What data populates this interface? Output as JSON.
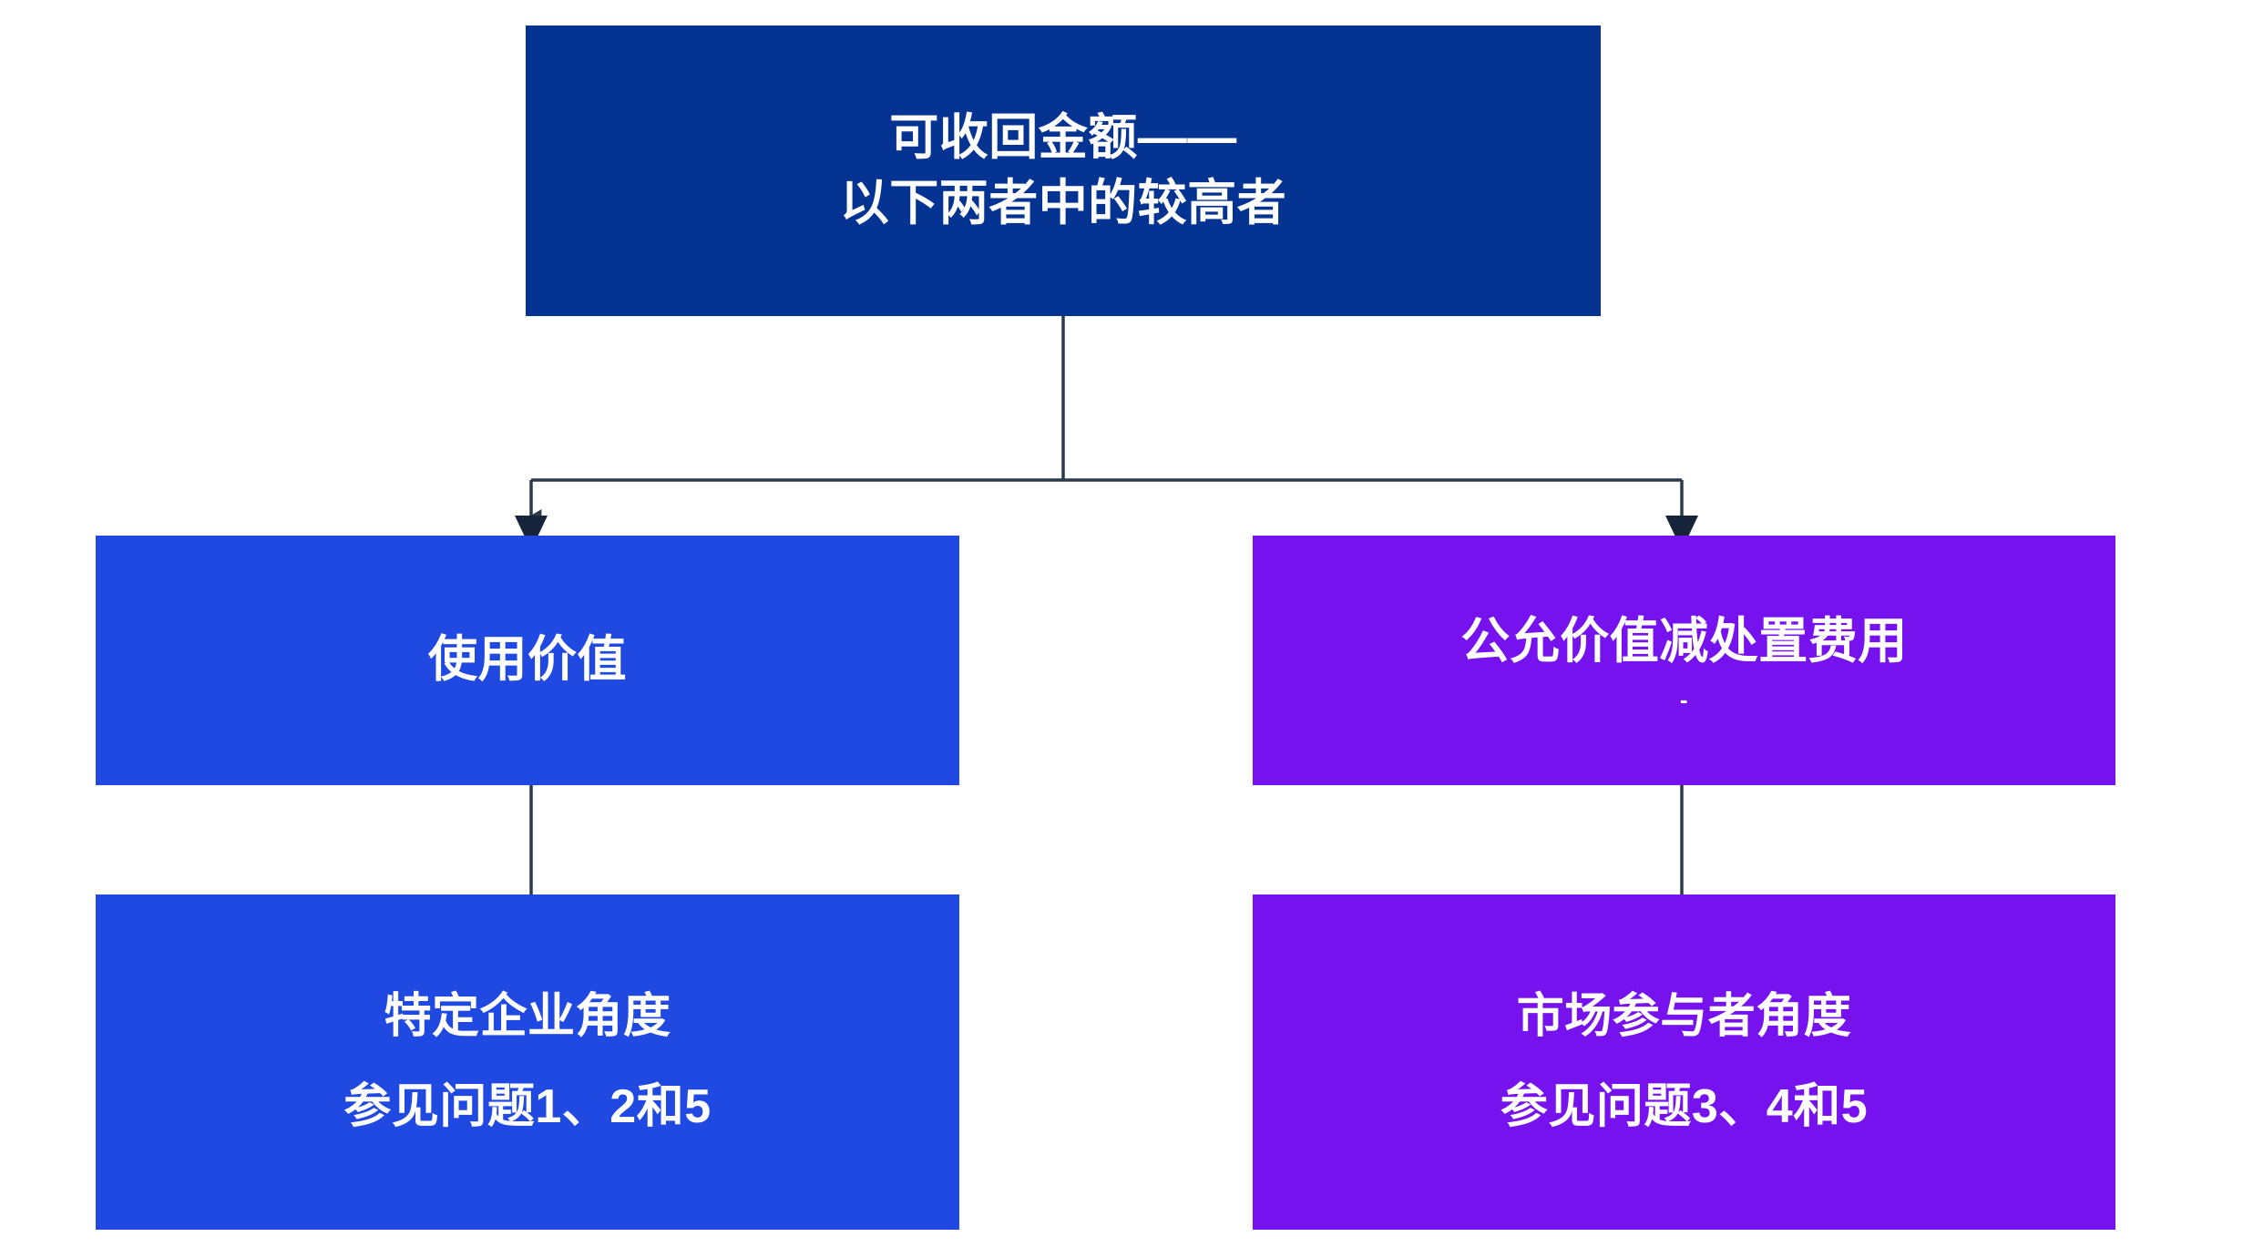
{
  "diagram": {
    "title": "可收回金额——以下两者中的较高者",
    "background_color": "#ffffff",
    "connector_color": "#2a3a4a"
  },
  "nodes": {
    "root": {
      "id": "recoverable-amount",
      "color": "#053391",
      "line1": "可收回金额——",
      "line2": "以下两者中的较高者"
    },
    "value_in_use": {
      "id": "value-in-use",
      "color": "#2049e2",
      "line1": "使用价值"
    },
    "fair_value_less_costs": {
      "id": "fair-value-less-costs-of-disposal",
      "color": "#7612ee",
      "line1": "公允价值减处置费用",
      "line2": "-"
    },
    "entity_perspective": {
      "id": "entity-specific-perspective",
      "color": "#2049e2",
      "line1": "特定企业角度",
      "line2": "参见问题1、2和5"
    },
    "market_perspective": {
      "id": "market-participant-perspective",
      "color": "#7612ee",
      "line1": "市场参与者角度",
      "line2": "参见问题3、4和5"
    }
  }
}
